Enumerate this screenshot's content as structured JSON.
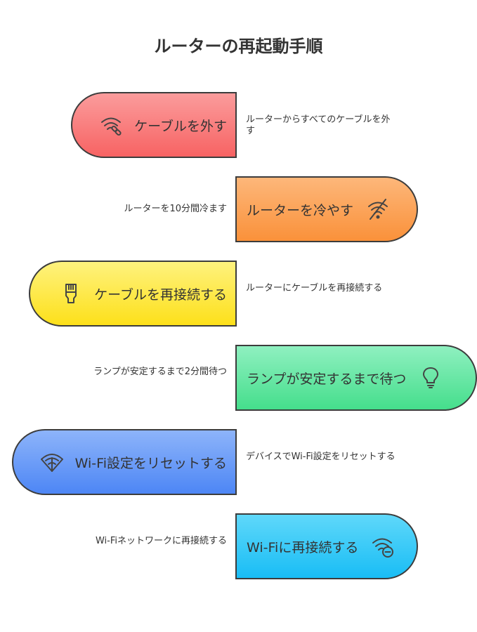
{
  "title": "ルーターの再起動手順",
  "steps": [
    {
      "label": "ケーブルを外す",
      "description": "ルーターからすべてのケーブルを外す",
      "icon": "wifi-unlink-icon",
      "color": "#f96f6f"
    },
    {
      "label": "ルーターを冷やす",
      "description": "ルーターを10分間冷ます",
      "icon": "wifi-off-icon",
      "color": "#fb9e4f"
    },
    {
      "label": "ケーブルを再接続する",
      "description": "ルーターにケーブルを再接続する",
      "icon": "ethernet-plug-icon",
      "color": "#fde82f"
    },
    {
      "label": "ランプが安定するまで待つ",
      "description": "ランプが安定するまで2分間待つ",
      "icon": "lightbulb-icon",
      "color": "#5de39c"
    },
    {
      "label": "Wi-Fi設定をリセットする",
      "description": "デバイスでWi-Fi設定をリセットする",
      "icon": "wifi-router-icon",
      "color": "#6497f7"
    },
    {
      "label": "Wi-Fiに再接続する",
      "description": "Wi-Fiネットワークに再接続する",
      "icon": "wifi-minus-icon",
      "color": "#29c7f6"
    }
  ]
}
